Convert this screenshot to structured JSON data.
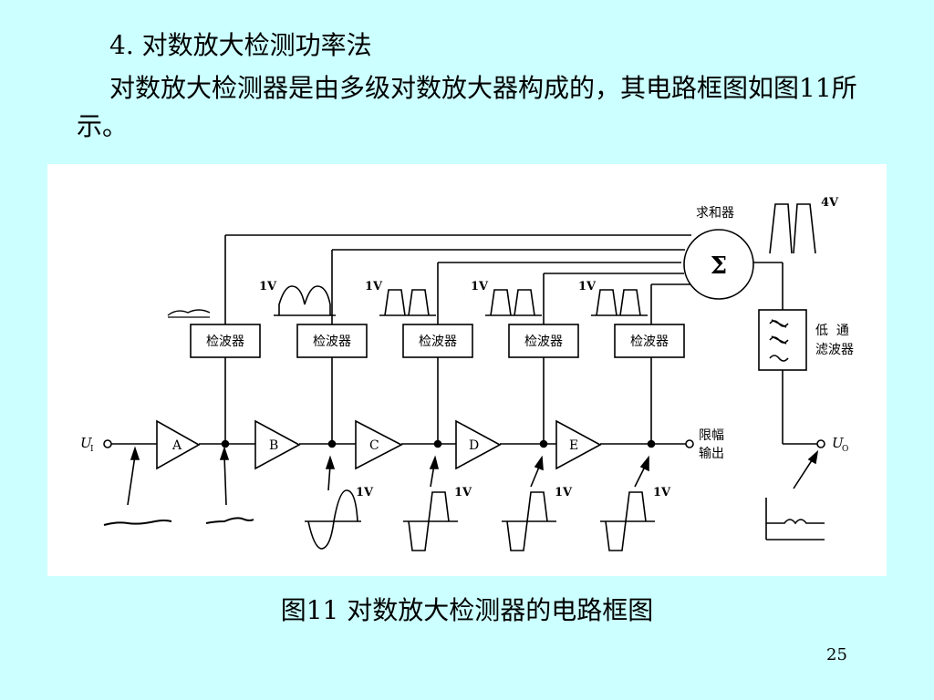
{
  "slide": {
    "heading": "4.  对数放大检测功率法",
    "paragraph": "对数放大检测器是由多级对数放大器构成的，其电路框图如图11所示。",
    "caption": "图11   对数放大检测器的电路框图",
    "page_number": "25"
  },
  "diagram": {
    "amplifiers": [
      "A",
      "B",
      "C",
      "D",
      "E"
    ],
    "detector_label": "检波器",
    "summer_label": "求和器",
    "summer_symbol": "Σ",
    "filter_label_line1": "低  通",
    "filter_label_line2": "滤波器",
    "limited_output_line1": "限幅",
    "limited_output_line2": "输出",
    "input_label": "U",
    "input_sub": "I",
    "output_label": "U",
    "output_sub": "O",
    "voltage_1v": "1V",
    "voltage_4v": "4V"
  }
}
